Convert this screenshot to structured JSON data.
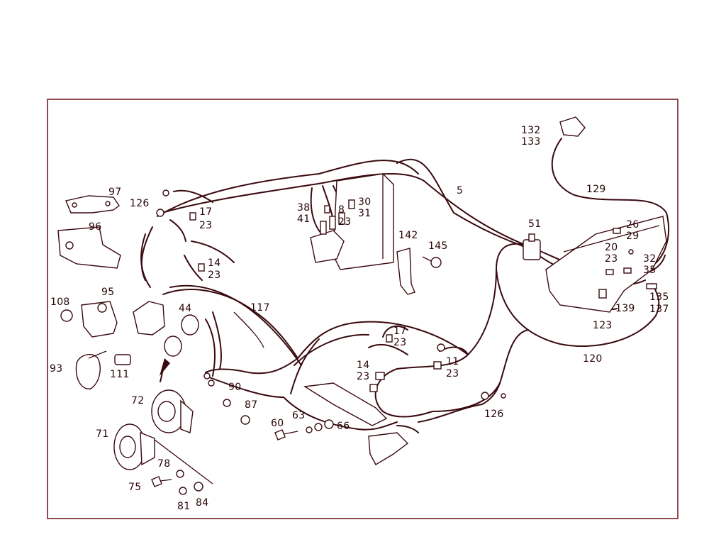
{
  "frame_color": "#6b0f1a",
  "line_color": "#3a0a10",
  "callouts": {
    "c97": "97",
    "c126a": "126",
    "c17a": "17",
    "c23a": "23",
    "c38": "38",
    "c41": "41",
    "c8": "8",
    "c23b": "23",
    "c30": "30",
    "c31": "31",
    "c5": "5",
    "c132": "132",
    "c133": "133",
    "c129": "129",
    "c96": "96",
    "c14a": "14",
    "c23c": "23",
    "c142": "142",
    "c145": "145",
    "c51": "51",
    "c26": "26",
    "c29": "29",
    "c20": "20",
    "c23d": "23",
    "c32": "32",
    "c35": "35",
    "c108": "108",
    "c95": "95",
    "c44": "44",
    "c117": "117",
    "c135": "135",
    "c137": "137",
    "c139": "139",
    "c123": "123",
    "c17b": "17",
    "c23e": "23",
    "c93": "93",
    "c111": "111",
    "c14b": "14",
    "c23f": "23",
    "c11": "11",
    "c23g": "23",
    "c120": "120",
    "c90": "90",
    "c72": "72",
    "c87": "87",
    "c126b": "126",
    "c63": "63",
    "c60": "60",
    "c66": "66",
    "c71": "71",
    "c78": "78",
    "c75": "75",
    "c81": "81",
    "c84": "84"
  }
}
